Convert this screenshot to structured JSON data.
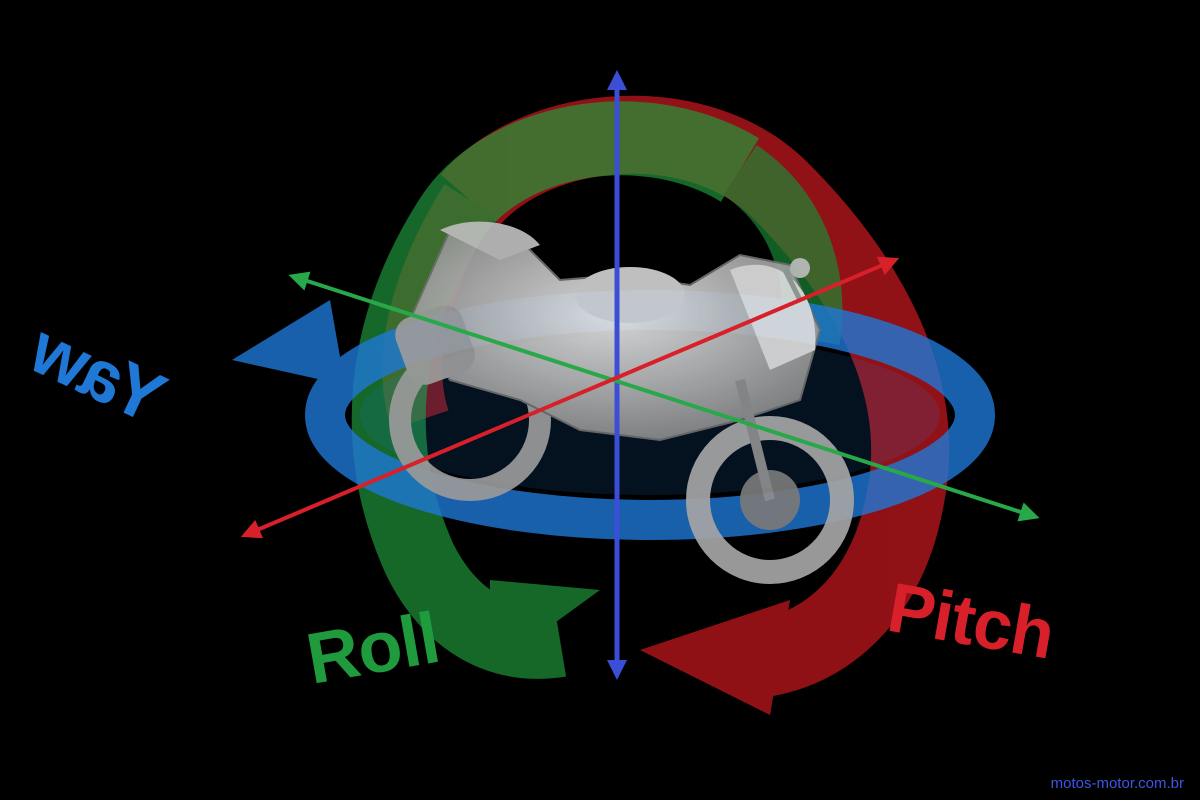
{
  "labels": {
    "yaw": "Yaw",
    "roll": "Roll",
    "pitch": "Pitch"
  },
  "watermark": "motos-motor.com.br",
  "colors": {
    "background": "#000000",
    "yaw": "#1f78d6",
    "roll": "#1f9a3c",
    "pitch": "#c8181e",
    "vertical_axis": "#3a4fd6",
    "motorcycle": "#c9c9c9",
    "watermark": "#3b56e6"
  },
  "icons": {
    "subject": "motorcycle-icon",
    "rotation_arrows": "curved-arrow-icon"
  }
}
